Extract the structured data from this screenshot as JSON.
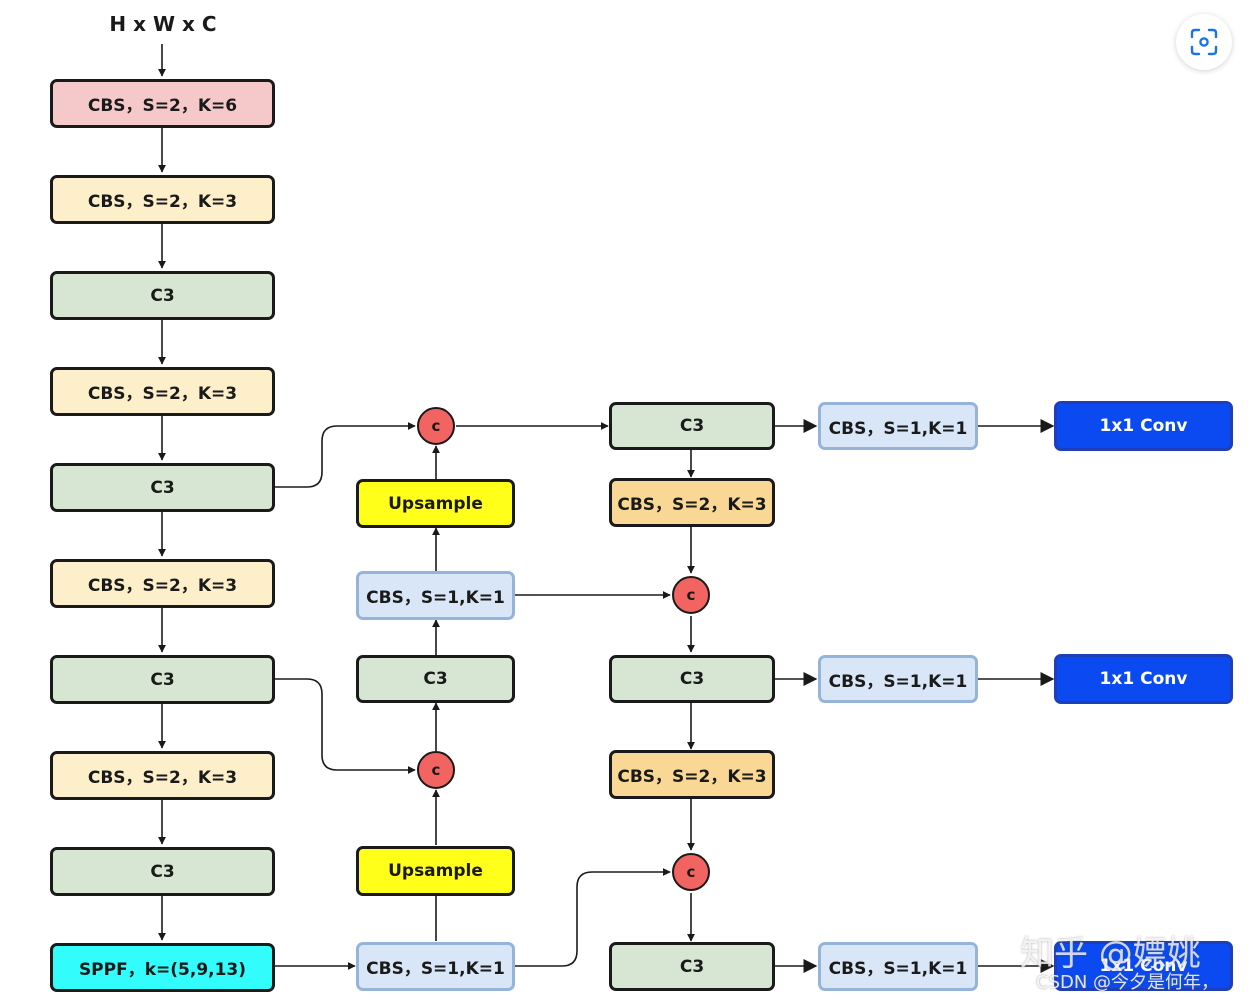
{
  "diagram": {
    "input_label": "H x W x C",
    "concat_label": "c",
    "backbone": [
      "CBS，S=2，K=6",
      "CBS，S=2，K=3",
      "C3",
      "CBS，S=2，K=3",
      "C3",
      "CBS，S=2，K=3",
      "C3",
      "CBS，S=2，K=3",
      "C3",
      "SPPF，k=(5,9,13)"
    ],
    "neck_up": {
      "cbs_bottom": "CBS，S=1,K=1",
      "upsample_lower": "Upsample",
      "c3": "C3",
      "cbs_mid": "CBS，S=1,K=1",
      "upsample_upper": "Upsample"
    },
    "neck_down": {
      "c3_top": "C3",
      "cbs_down_1": "CBS，S=2，K=3",
      "c3_mid": "C3",
      "cbs_down_2": "CBS，S=2，K=3",
      "c3_bottom": "C3"
    },
    "heads": {
      "cbs_1": "CBS，S=1,K=1",
      "cbs_2": "CBS，S=1,K=1",
      "cbs_3": "CBS，S=1,K=1",
      "conv_1": "1x1 Conv",
      "conv_2": "1x1 Conv",
      "conv_3": "1x1 Conv"
    }
  },
  "colors": {
    "cbs_first": "#f5c9c9",
    "cbs_downsample": "#fcefca",
    "c3": "#d6e6d3",
    "cbs_neck_down": "#f9d896",
    "upsample": "#ffff1a",
    "sppf": "#33fcfc",
    "cbs_1x1": "#d9e6f7",
    "conv_1x1": "#0a4af0",
    "concat": "#f26462"
  },
  "icons": {
    "scan": "scan-icon"
  },
  "watermarks": {
    "zhihu": "知乎 @嫖姚",
    "csdn": "CSDN @今夕是何年，"
  }
}
